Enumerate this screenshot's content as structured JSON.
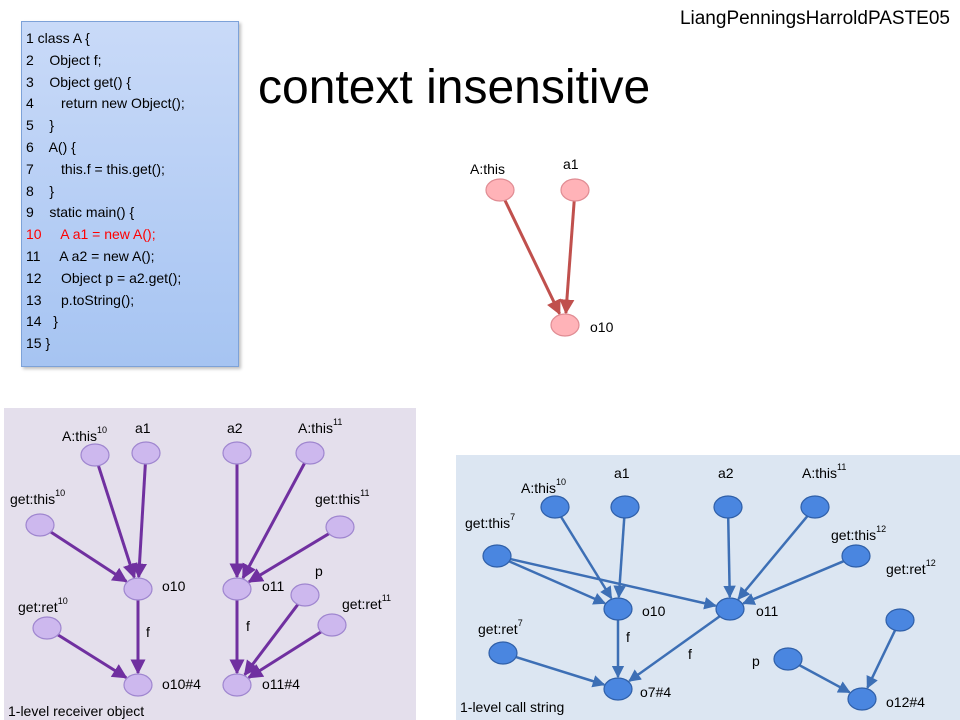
{
  "credit": "LiangPenningsHarroldPASTE05",
  "title": "context insensitive",
  "code_lines": [
    {
      "text": "1 class A {",
      "highlight": false
    },
    {
      "text": "2    Object f;",
      "highlight": false
    },
    {
      "text": "3    Object get() {",
      "highlight": false
    },
    {
      "text": "4       return new Object();",
      "highlight": false
    },
    {
      "text": "5    }",
      "highlight": false
    },
    {
      "text": "6    A() {",
      "highlight": false
    },
    {
      "text": "7       this.f = this.get();",
      "highlight": false
    },
    {
      "text": "8    }",
      "highlight": false
    },
    {
      "text": "9    static main() {",
      "highlight": false
    },
    {
      "text": "10     A a1 = new A();",
      "highlight": true
    },
    {
      "text": "11     A a2 = new A();",
      "highlight": false
    },
    {
      "text": "12     Object p = a2.get();",
      "highlight": false
    },
    {
      "text": "13     p.toString();",
      "highlight": false
    },
    {
      "text": "14   }",
      "highlight": false
    },
    {
      "text": "15 }",
      "highlight": false
    }
  ],
  "colors": {
    "top_node": "#ffb3b8",
    "top_edge": "#c0504d",
    "left_node": "#cdb8ee",
    "left_edge": "#7030a0",
    "right_node": "#4a86e0",
    "right_edge": "#3d6fb5",
    "left_panel": "#e4dfec",
    "right_panel": "#dce6f2"
  },
  "graphs": {
    "top": {
      "nodes": [
        {
          "id": "t_athis",
          "label": "A:this",
          "sup": ""
        },
        {
          "id": "t_a1",
          "label": "a1",
          "sup": ""
        },
        {
          "id": "t_o10",
          "label": "o10",
          "sup": ""
        }
      ],
      "edges": [
        {
          "from": "t_athis",
          "to": "t_o10",
          "label": ""
        },
        {
          "from": "t_a1",
          "to": "t_o10",
          "label": ""
        }
      ]
    },
    "left": {
      "caption": "1-level receiver object",
      "nodes": [
        {
          "id": "l_athis10",
          "label": "A:this",
          "sup": "10"
        },
        {
          "id": "l_a1",
          "label": "a1",
          "sup": ""
        },
        {
          "id": "l_a2",
          "label": "a2",
          "sup": ""
        },
        {
          "id": "l_athis11",
          "label": "A:this",
          "sup": "11"
        },
        {
          "id": "l_getthis10",
          "label": "get:this",
          "sup": "10"
        },
        {
          "id": "l_getthis11",
          "label": "get:this",
          "sup": "11"
        },
        {
          "id": "l_o10",
          "label": "o10",
          "sup": ""
        },
        {
          "id": "l_o11",
          "label": "o11",
          "sup": ""
        },
        {
          "id": "l_getret10",
          "label": "get:ret",
          "sup": "10"
        },
        {
          "id": "l_p",
          "label": "p",
          "sup": ""
        },
        {
          "id": "l_getret11",
          "label": "get:ret",
          "sup": "11"
        },
        {
          "id": "l_o10_4",
          "label": "o10#4",
          "sup": ""
        },
        {
          "id": "l_o11_4",
          "label": "o11#4",
          "sup": ""
        }
      ],
      "edges": [
        {
          "from": "l_athis10",
          "to": "l_o10",
          "label": ""
        },
        {
          "from": "l_a1",
          "to": "l_o10",
          "label": ""
        },
        {
          "from": "l_getthis10",
          "to": "l_o10",
          "label": ""
        },
        {
          "from": "l_a2",
          "to": "l_o11",
          "label": ""
        },
        {
          "from": "l_athis11",
          "to": "l_o11",
          "label": ""
        },
        {
          "from": "l_getthis11",
          "to": "l_o11",
          "label": ""
        },
        {
          "from": "l_getret10",
          "to": "l_o10_4",
          "label": ""
        },
        {
          "from": "l_o10",
          "to": "l_o10_4",
          "label": "f"
        },
        {
          "from": "l_o11",
          "to": "l_o11_4",
          "label": "f"
        },
        {
          "from": "l_p",
          "to": "l_o11_4",
          "label": ""
        },
        {
          "from": "l_getret11",
          "to": "l_o11_4",
          "label": ""
        }
      ]
    },
    "right": {
      "caption": "1-level call string",
      "nodes": [
        {
          "id": "r_athis10",
          "label": "A:this",
          "sup": "10"
        },
        {
          "id": "r_a1",
          "label": "a1",
          "sup": ""
        },
        {
          "id": "r_a2",
          "label": "a2",
          "sup": ""
        },
        {
          "id": "r_athis11",
          "label": "A:this",
          "sup": "11"
        },
        {
          "id": "r_getthis7",
          "label": "get:this",
          "sup": "7"
        },
        {
          "id": "r_getthis12",
          "label": "get:this",
          "sup": "12"
        },
        {
          "id": "r_o10",
          "label": "o10",
          "sup": ""
        },
        {
          "id": "r_o11",
          "label": "o11",
          "sup": ""
        },
        {
          "id": "r_getret12",
          "label": "get:ret",
          "sup": "12"
        },
        {
          "id": "r_getret7",
          "label": "get:ret",
          "sup": "7"
        },
        {
          "id": "r_p",
          "label": "p",
          "sup": ""
        },
        {
          "id": "r_o7_4",
          "label": "o7#4",
          "sup": ""
        },
        {
          "id": "r_o12_4",
          "label": "o12#4",
          "sup": ""
        }
      ],
      "edges": [
        {
          "from": "r_athis10",
          "to": "r_o10",
          "label": ""
        },
        {
          "from": "r_a1",
          "to": "r_o10",
          "label": ""
        },
        {
          "from": "r_getthis7",
          "to": "r_o10",
          "label": ""
        },
        {
          "from": "r_getthis7",
          "to": "r_o11",
          "label": ""
        },
        {
          "from": "r_a2",
          "to": "r_o11",
          "label": ""
        },
        {
          "from": "r_athis11",
          "to": "r_o11",
          "label": ""
        },
        {
          "from": "r_getthis12",
          "to": "r_o11",
          "label": ""
        },
        {
          "from": "r_o10",
          "to": "r_o7_4",
          "label": "f"
        },
        {
          "from": "r_o11",
          "to": "r_o7_4",
          "label": "f"
        },
        {
          "from": "r_getret7",
          "to": "r_o7_4",
          "label": ""
        },
        {
          "from": "r_p",
          "to": "r_o12_4",
          "label": ""
        },
        {
          "from": "r_getret12",
          "to": "r_o12_4",
          "label": ""
        }
      ]
    }
  }
}
